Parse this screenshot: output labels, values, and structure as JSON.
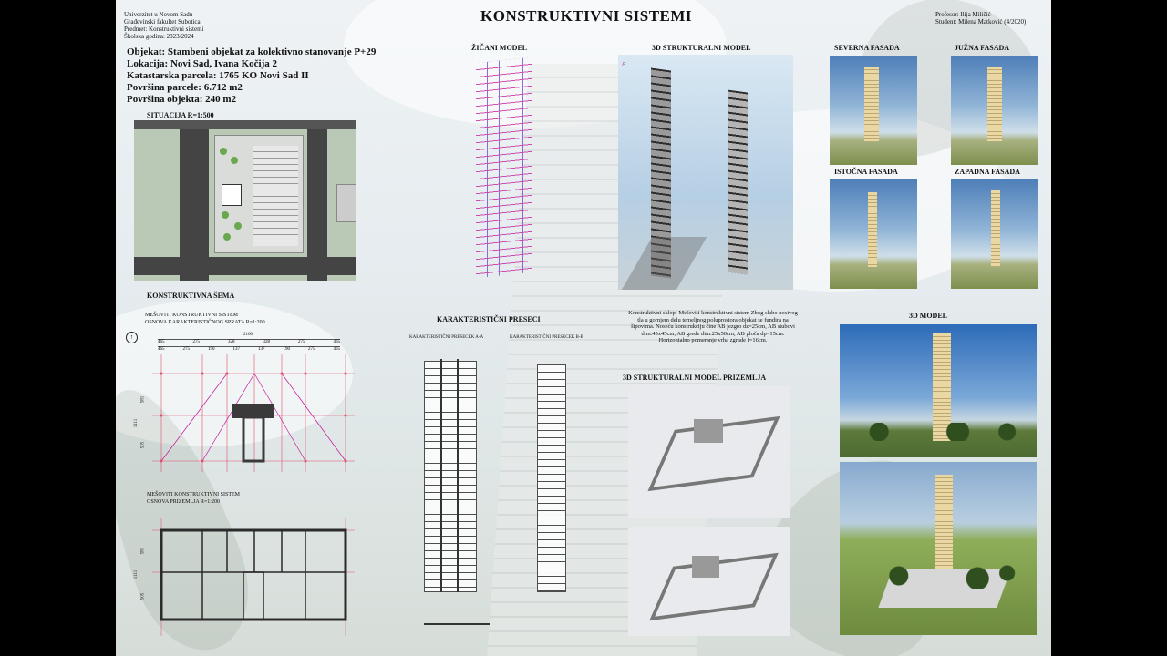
{
  "header": {
    "university": "Univerzitet u Novom Sadu",
    "faculty": "Građevinski fakultet Subotica",
    "subject": "Predmet: Konstruktivni sistemi",
    "year": "Školska godina: 2023/2024",
    "title": "KONSTRUKTIVNI SISTEMI",
    "professor": "Profesor: Ilija Miličić",
    "student": "Student: Milena Matković (4/2020)"
  },
  "project": {
    "object": "Objekat: Stambeni objekat za kolektivno stanovanje P+29",
    "location": "Lokacija: Novi Sad, Ivana Kočija 2",
    "parcel": "Katastarska parcela: 1765 KO Novi Sad II",
    "parcel_area": "Površina parcele: 6.712 m2",
    "object_area": "Površina objekta: 240 m2"
  },
  "sections": {
    "situation": "SITUACIJA R=1:500",
    "scheme": "KONSTRUKTIVNA ŠEMA",
    "plan_typical_1": "MEŠOVITI KONSTRUKTIVNI SISTEM",
    "plan_typical_2": "OSNOVA KARAKTERISTIČNOG SPRATA R=1:200",
    "plan_ground_1": "MEŠOVITI KONSTRUKTIVNI SISTEM",
    "plan_ground_2": "OSNOVA PRIZEMLJA R=1:200",
    "wire_model": "ŽIČANI MODEL",
    "sections_title": "KARAKTERISTIČNI PRESECI",
    "section_a": "KARAKTERISTIČNI PRESECEK A-A",
    "section_b": "KARAKTERISTIČNI PRESECEK B-B",
    "structural_model": "3D STRUKTURALNI MODEL",
    "structural_ground": "3D STRUKTURALNI MODEL PRIZEMLJA",
    "north": "SEVERNA FASADA",
    "south": "JUŽNA FASADA",
    "east": "ISTOČNA FASADA",
    "west": "ZAPADNA FASADA",
    "model_3d": "3D MODEL"
  },
  "description": "Konstruktivni sklop: Mešoviti konstruktivni sistem Zbog slabo nosivog tla u gornjem delu temeljnog poluprostora objekat se fundira na šipovima. Noseću konstrukciju čine AB jezgro dz=25cm, AB stubovi dim.45x45cm, AB grede dim.25x50cm, AB ploča dp=15cm. Horizontalno pomeranje vrha zgrade f=16cm.",
  "dimensions": {
    "total": "2160",
    "row1": [
      "465",
      "275",
      "328",
      "328",
      "275",
      "465"
    ],
    "row2": [
      "465",
      "275",
      "190",
      "137",
      "137",
      "190",
      "275",
      "465"
    ],
    "side_typical": [
      "581",
      "1111",
      "505"
    ],
    "side_ground": [
      "581",
      "1111",
      "505"
    ]
  },
  "colors": {
    "accent_magenta": "#c2179a",
    "grid_red": "#e0506a",
    "structure_dark": "#2b2b2b",
    "facade_tan": "#e5d3a0"
  }
}
